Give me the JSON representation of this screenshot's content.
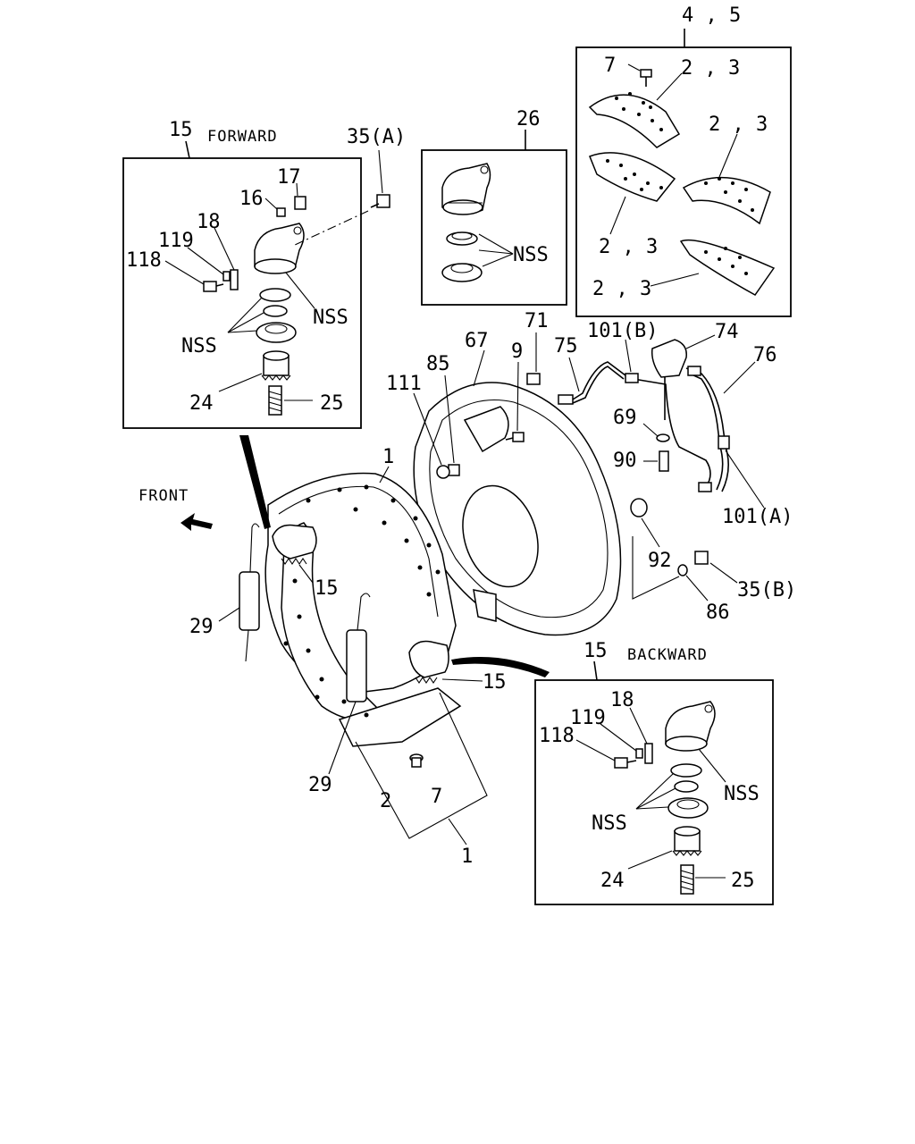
{
  "captions": {
    "forward": "FORWARD",
    "backward": "BACKWARD",
    "front": "FRONT"
  },
  "labels": {
    "c45": "4 , 5",
    "c7a": "7",
    "c23a": "2 , 3",
    "c23b": "2 , 3",
    "c23c": "2 , 3",
    "c23d": "2 , 3",
    "c26": "26",
    "nss26": "NSS",
    "c15f": "15",
    "c35a": "35(A)",
    "c17": "17",
    "c16": "16",
    "c18f": "18",
    "c119f": "119",
    "c118f": "118",
    "nssf1": "NSS",
    "nssf2": "NSS",
    "c24f": "24",
    "c25f": "25",
    "c71": "71",
    "c67": "67",
    "c75": "75",
    "c101b": "101(B)",
    "c74": "74",
    "c76": "76",
    "c9": "9",
    "c85": "85",
    "c111": "111",
    "c69": "69",
    "c90": "90",
    "c101a": "101(A)",
    "c1top": "1",
    "c92": "92",
    "c35b": "35(B)",
    "c86": "86",
    "c15mid": "15",
    "c29l": "29",
    "c15b": "15",
    "c15r": "15",
    "c18b": "18",
    "c119b": "119",
    "c118b": "118",
    "nssb1": "NSS",
    "nssb2": "NSS",
    "c24b": "24",
    "c25b": "25",
    "c29b": "29",
    "c2": "2",
    "c7b": "7",
    "c1bot": "1"
  }
}
